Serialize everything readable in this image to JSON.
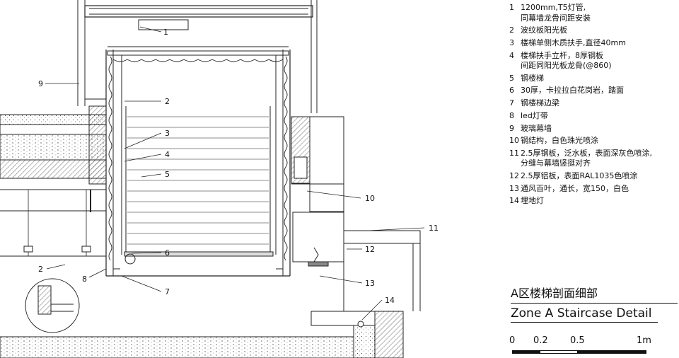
{
  "legend": [
    {
      "num": "1",
      "text": "1200mm,T5灯管,\n同幕墙龙骨间距安装"
    },
    {
      "num": "2",
      "text": "波纹板阳光板"
    },
    {
      "num": "3",
      "text": "楼梯单侧木质扶手,直径40mm"
    },
    {
      "num": "4",
      "text": "楼梯扶手立杆，8厚钢板\n间距同阳光板龙骨(@860)"
    },
    {
      "num": "5",
      "text": "钢楼梯"
    },
    {
      "num": "6",
      "text": "30厚，卡拉拉白花岗岩，踏面"
    },
    {
      "num": "7",
      "text": "钢楼梯边梁"
    },
    {
      "num": "8",
      "text": "led灯带"
    },
    {
      "num": "9",
      "text": "玻璃幕墙"
    },
    {
      "num": "10",
      "text": "钢结构，白色珠光喷涂"
    },
    {
      "num": "11",
      "text": "2.5厚钢板，泛水板，表面深灰色喷涂,\n分缝与幕墙竖挺对齐"
    },
    {
      "num": "12",
      "text": "2.5厚铝板，表面RAL1035色喷涂"
    },
    {
      "num": "13",
      "text": "通风百叶，通长，宽150，白色"
    },
    {
      "num": "14",
      "text": "埋地灯"
    }
  ],
  "title": {
    "cn": "A区楼梯剖面细部",
    "en": "Zone A Staircase Detail"
  },
  "scale": {
    "labels": [
      "0",
      "0.2",
      "0.5",
      "1m"
    ]
  },
  "callouts": [
    "1",
    "2",
    "3",
    "4",
    "5",
    "6",
    "7",
    "8",
    "9",
    "10",
    "11",
    "12",
    "13",
    "14",
    "2"
  ]
}
